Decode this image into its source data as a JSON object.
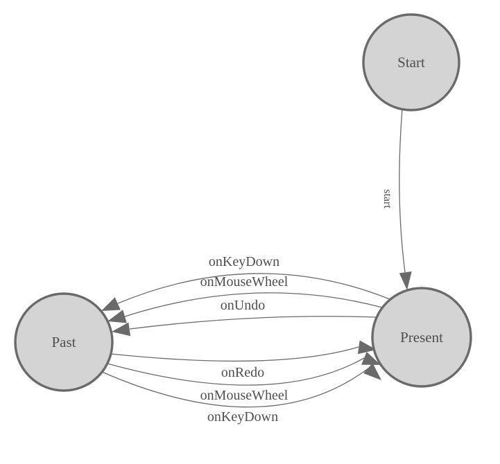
{
  "diagram": {
    "type": "state-machine",
    "background": "#ffffff",
    "colors": {
      "node_fill": "#d4d4d4",
      "node_stroke": "#6a6a6a",
      "edge_stroke": "#6a6a6a",
      "arrow_fill": "#6a6a6a",
      "label_color": "#4f4f4f"
    },
    "nodes": [
      {
        "id": "start",
        "label": "Start"
      },
      {
        "id": "past",
        "label": "Past"
      },
      {
        "id": "present",
        "label": "Present"
      }
    ],
    "edges": [
      {
        "from": "start",
        "to": "present",
        "label": "start"
      },
      {
        "from": "present",
        "to": "past",
        "label": "onKeyDown"
      },
      {
        "from": "present",
        "to": "past",
        "label": "onMouseWheel"
      },
      {
        "from": "present",
        "to": "past",
        "label": "onUndo"
      },
      {
        "from": "past",
        "to": "present",
        "label": "onRedo"
      },
      {
        "from": "past",
        "to": "present",
        "label": "onMouseWheel"
      },
      {
        "from": "past",
        "to": "present",
        "label": "onKeyDown"
      }
    ]
  }
}
